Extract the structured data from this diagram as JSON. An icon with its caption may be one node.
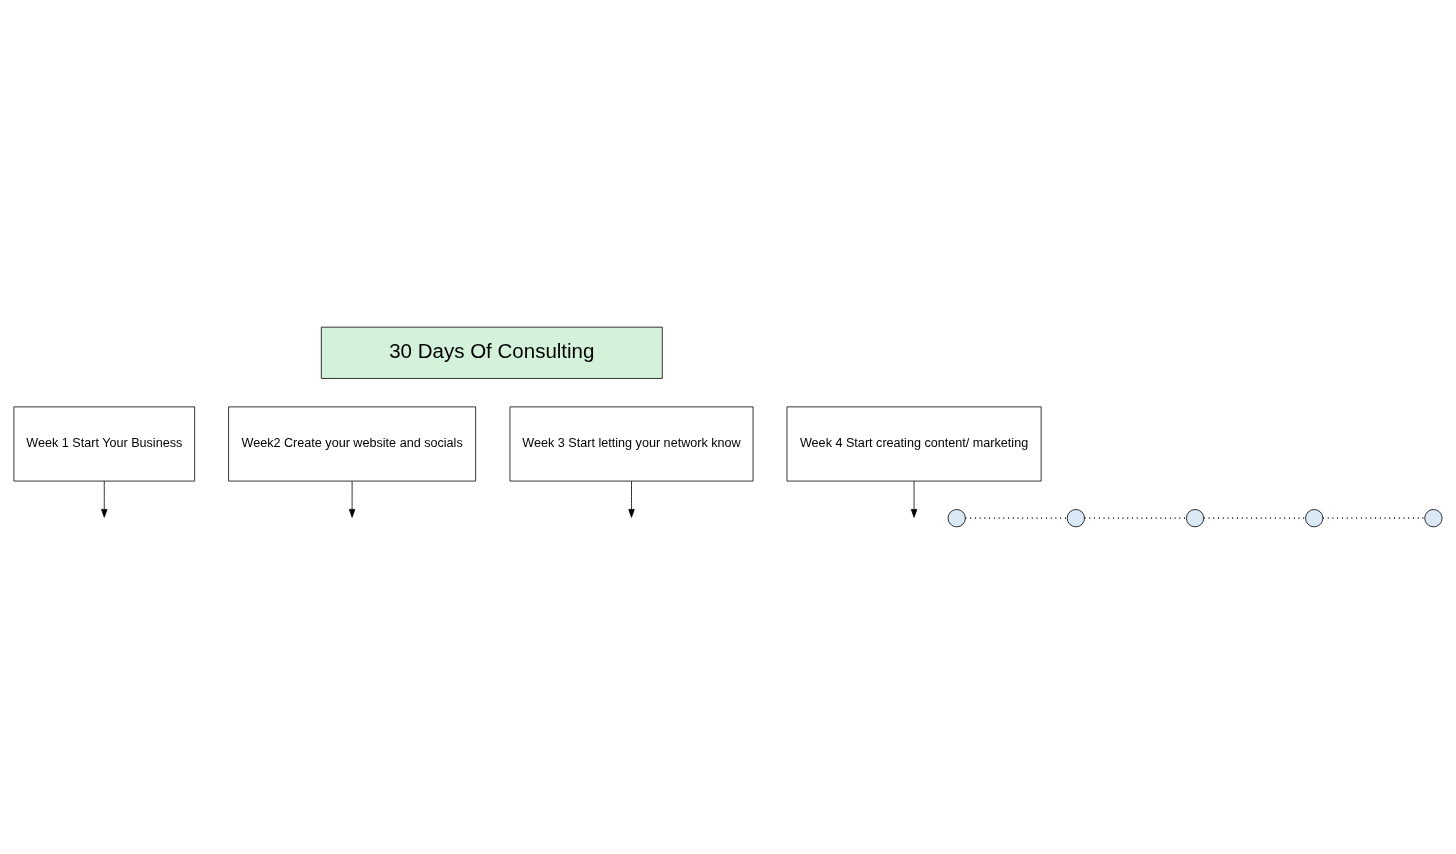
{
  "diagram": {
    "nodes": [
      {
        "text": [
          "30 Days Of Consulting"
        ]
      },
      {
        "text": [
          "Week 1 Start Your Business"
        ]
      },
      {
        "text": [
          "Week2 Create your website and socials"
        ]
      },
      {
        "text": [
          "Week 3 Start letting your network know"
        ]
      },
      {
        "text": [
          "Week 4 Start creating content/ marketing"
        ]
      },
      {
        "text": [],
        "shape": "circle"
      },
      {
        "text": [],
        "shape": "circle"
      },
      {
        "text": [],
        "shape": "circle"
      },
      {
        "text": [],
        "shape": "circle"
      },
      {
        "text": [],
        "shape": "circle"
      }
    ],
    "edges": [
      {
        "from": 1,
        "to": null,
        "arrow": "to"
      },
      {
        "from": 2,
        "to": null,
        "arrow": "to"
      },
      {
        "from": 3,
        "to": null,
        "arrow": "to"
      },
      {
        "from": 4,
        "to": null,
        "arrow": "to"
      },
      {
        "from": 5,
        "to": 6,
        "arrow": "none",
        "style": "dashed"
      },
      {
        "from": 6,
        "to": 7,
        "arrow": "none",
        "style": "dashed"
      },
      {
        "from": 7,
        "to": 8,
        "arrow": "none",
        "style": "dashed"
      },
      {
        "from": 8,
        "to": 9,
        "arrow": "none",
        "style": "dashed"
      }
    ]
  }
}
